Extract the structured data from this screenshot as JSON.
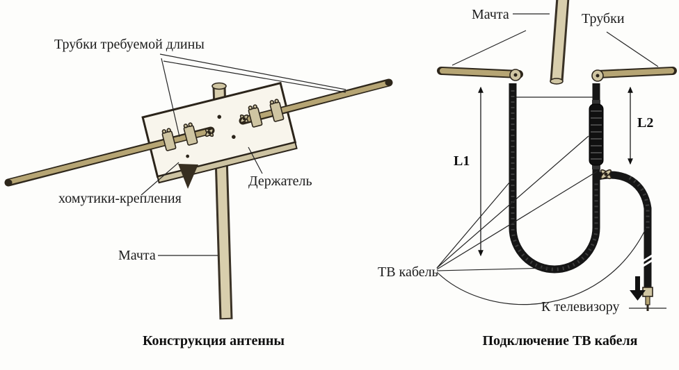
{
  "colors": {
    "background": "#fdfdfb",
    "tube": "#b6a574",
    "mast_light": "#d8cead",
    "outline": "#2e271b",
    "cable": "#161616",
    "metal": "#cfc5a2",
    "text": "#1c1c1c"
  },
  "left_diagram": {
    "labels": {
      "tubes": "Трубки требуемой длины",
      "clamps": "хомутики-крепления",
      "holder": "Держатель",
      "mast": "Мачта"
    },
    "caption": "Конструкция антенны"
  },
  "right_diagram": {
    "labels": {
      "mast": "Мачта",
      "tubes": "Трубки",
      "l1": "L1",
      "l2": "L2",
      "tv_cable": "ТВ кабель",
      "to_tv": "К телевизору"
    },
    "caption": "Подключение ТВ кабеля"
  }
}
